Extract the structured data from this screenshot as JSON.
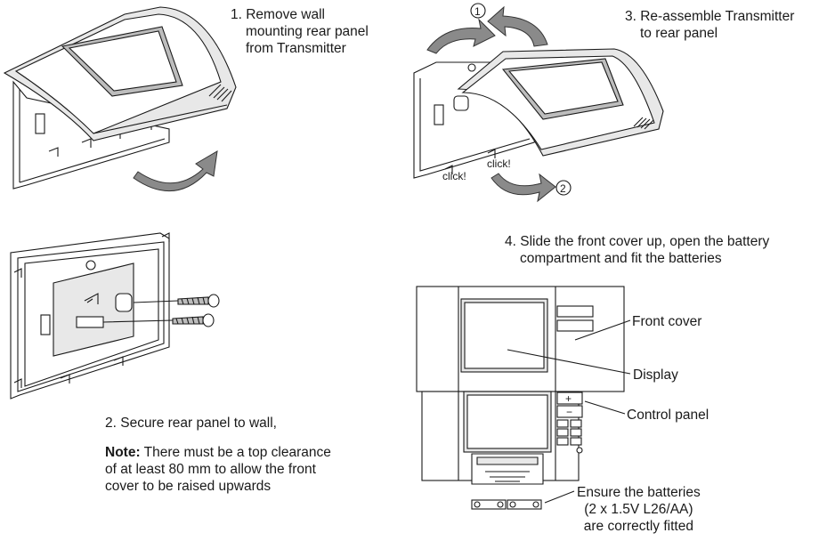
{
  "steps": {
    "step1": [
      "1. Remove wall",
      "mounting rear panel",
      "from Transmitter"
    ],
    "step2": "2. Secure rear panel to wall,",
    "note_label": "Note:",
    "note_text": [
      "There must be a top clearance",
      "of at least 80 mm to allow the front",
      "cover to be raised upwards"
    ],
    "step3": [
      "3. Re-assemble Transmitter",
      "to rear panel"
    ],
    "step4": [
      "4. Slide the front cover up, open the battery",
      "compartment and fit the batteries"
    ]
  },
  "callouts": {
    "front_cover": "Front cover",
    "display": "Display",
    "control_panel": "Control panel",
    "batteries": [
      "Ensure the batteries",
      "(2 x 1.5V L26/AA)",
      "are correctly fitted"
    ]
  },
  "figure": {
    "click1": "click!",
    "click2": "click!",
    "num1": "1",
    "num2": "2",
    "btn_plus": "+",
    "btn_minus": "−"
  }
}
